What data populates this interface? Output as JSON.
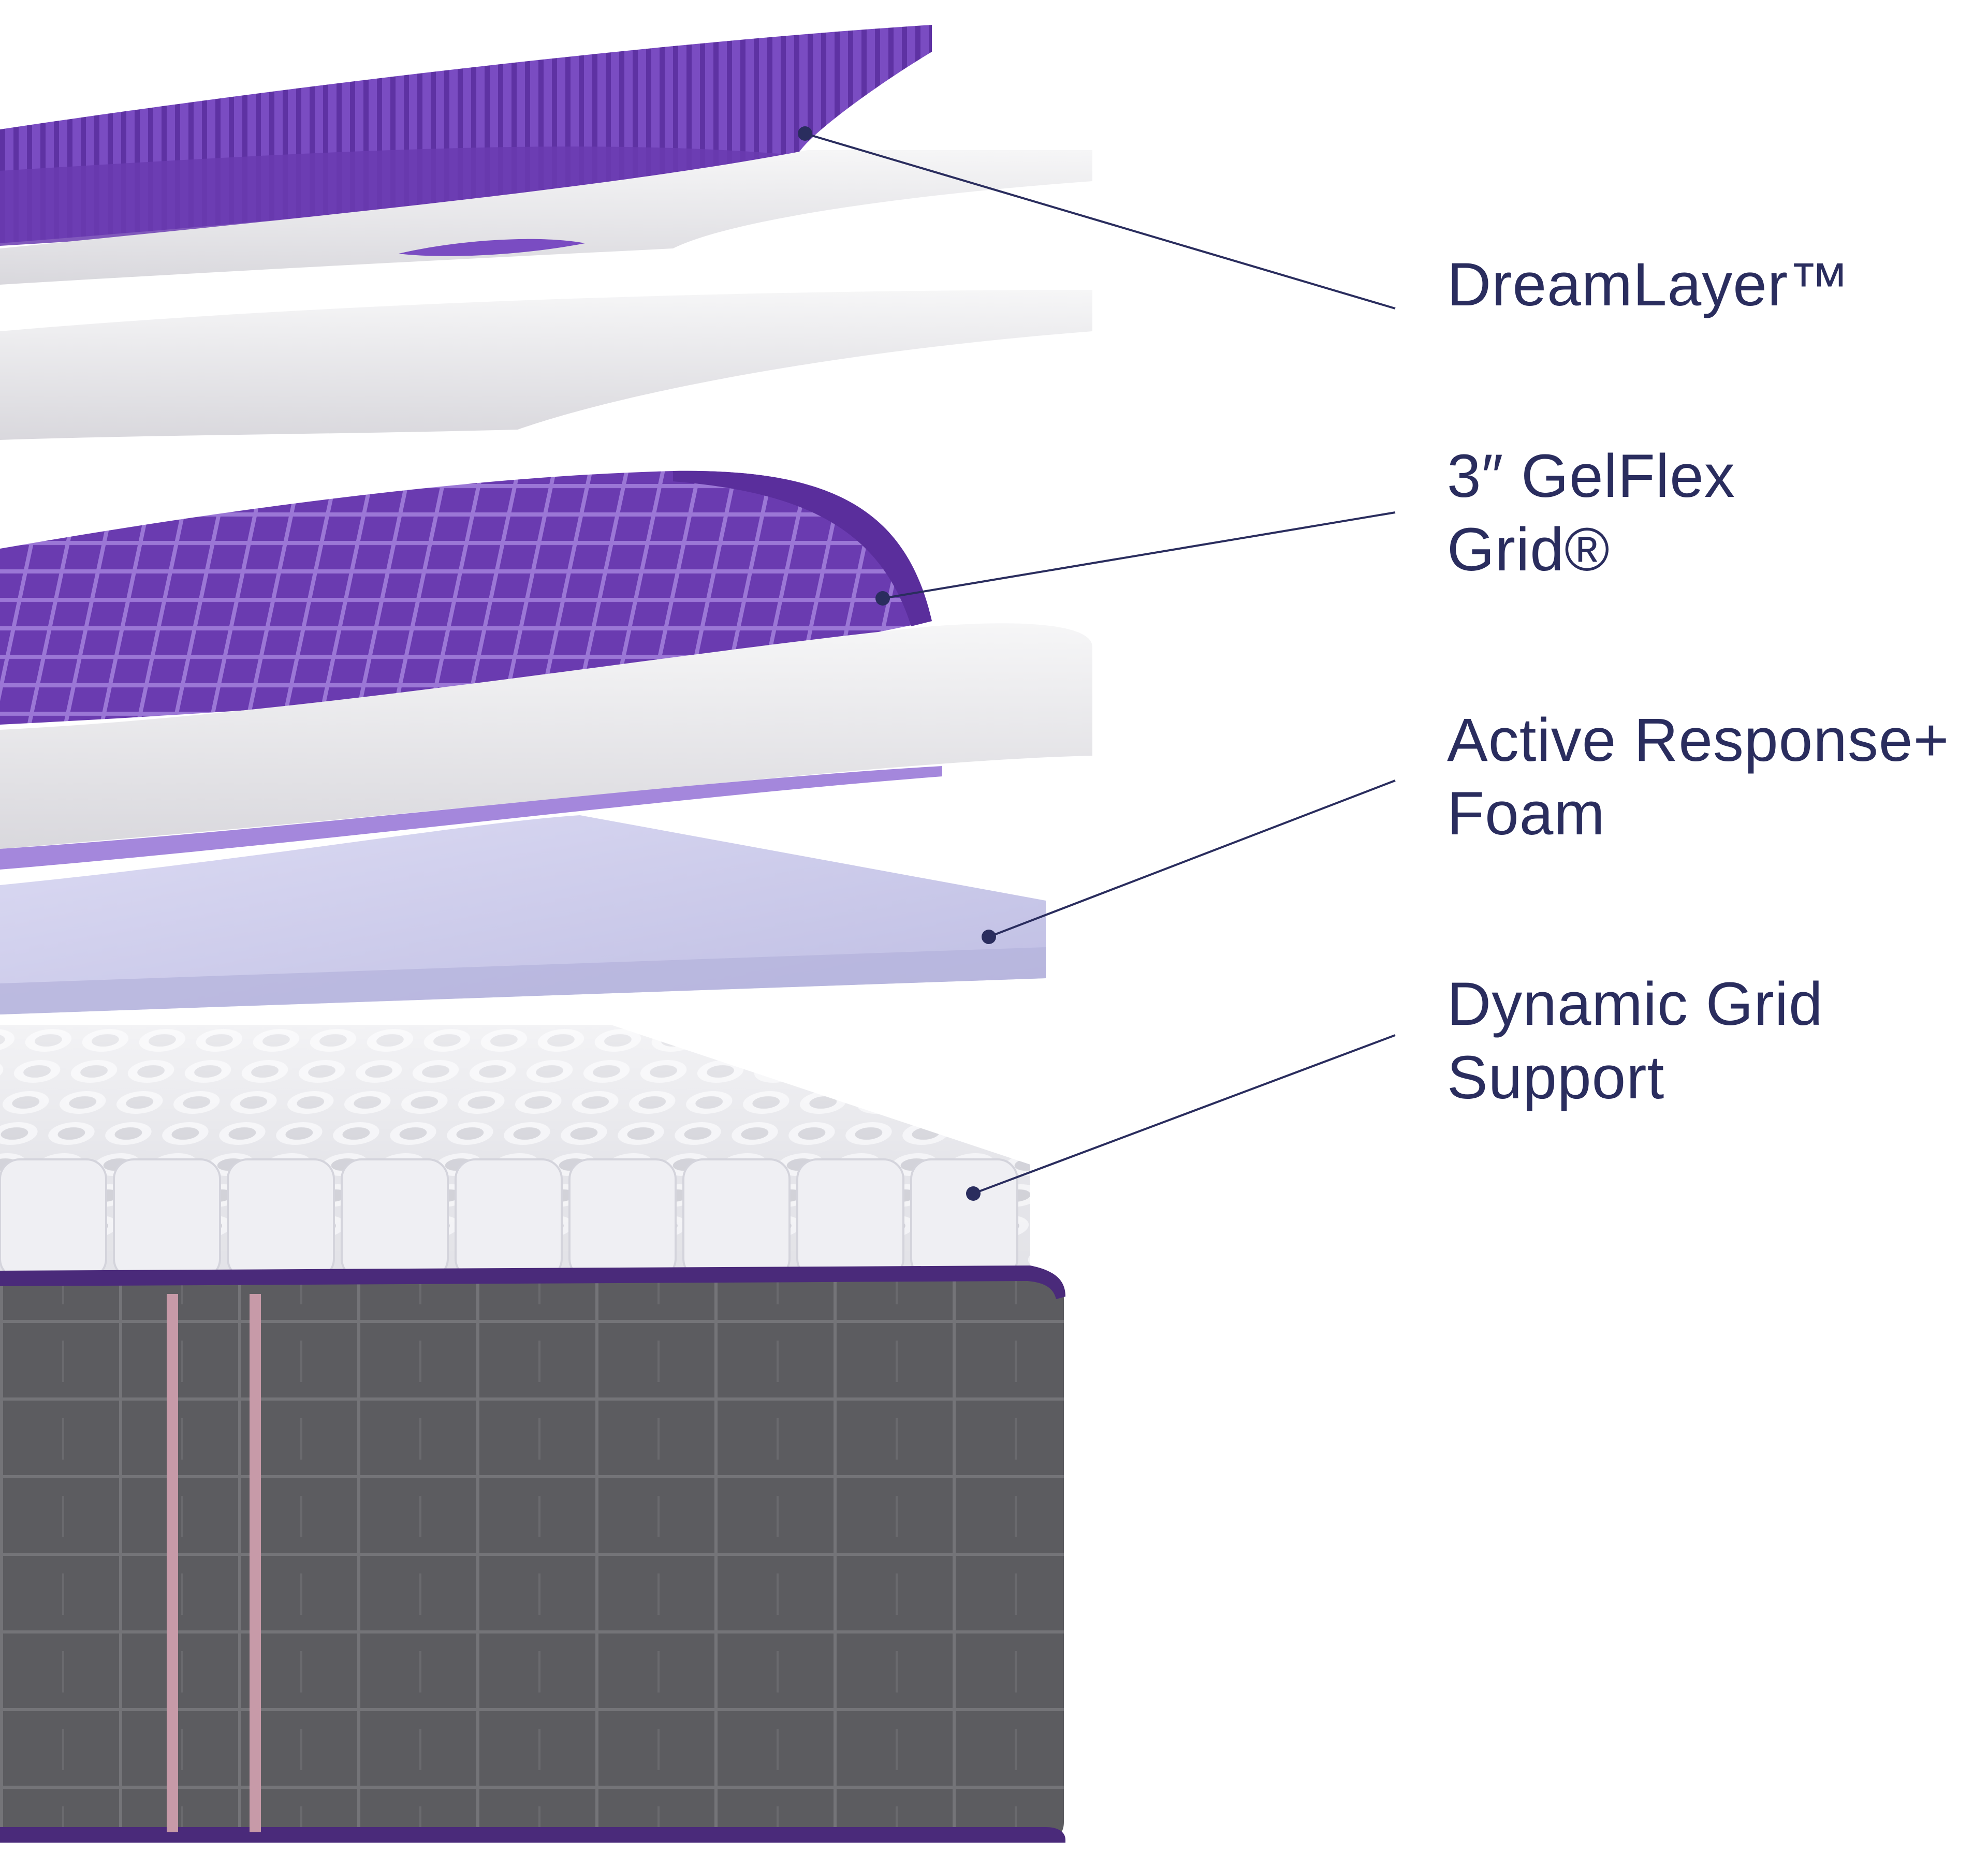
{
  "colors": {
    "label_text": "#2a2d5e",
    "leader_line": "#2a2d5e",
    "purple_primary": "#6a3bb0",
    "purple_dark": "#4b2585",
    "purple_light": "#8c63cc",
    "foam_white": "#f1f0f2",
    "foam_shadow": "#d6d4da",
    "lavender_foam": "#c9c8ea",
    "coil_white": "#ececf0",
    "cover_gray": "#5c5c60",
    "cover_dark": "#3e3e42",
    "piping": "#4a2a7a",
    "stripe_pink": "#c79aa8"
  },
  "layers": [
    {
      "id": "dreamlayer",
      "lines": [
        "DreamLayer™"
      ]
    },
    {
      "id": "gelflex",
      "lines": [
        "3″ GelFlex",
        "Grid®"
      ]
    },
    {
      "id": "active-response",
      "lines": [
        "Active Response+",
        "Foam"
      ]
    },
    {
      "id": "dynamic-grid",
      "lines": [
        "Dynamic Grid",
        "Support"
      ]
    }
  ]
}
